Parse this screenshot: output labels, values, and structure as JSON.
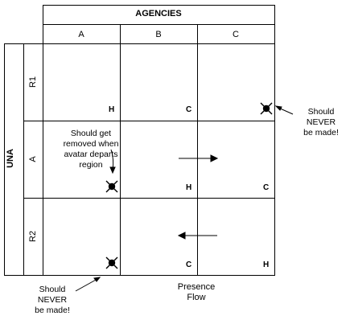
{
  "agencies_header": "AGENCIES",
  "una_header": "UNA",
  "columns": [
    "A",
    "B",
    "C"
  ],
  "rows": [
    "R1",
    "A",
    "R2"
  ],
  "cell_marks": {
    "r1_a": "H",
    "r1_b": "C",
    "a_b": "H",
    "a_c": "C",
    "r2_b": "C",
    "r2_c": "H"
  },
  "notes": {
    "top_right": [
      "Should",
      "NEVER",
      "be made!"
    ],
    "middle": [
      "Should get",
      "removed when",
      "avatar departs",
      "region"
    ],
    "bottom_left": [
      "Should",
      "NEVER",
      "be made!"
    ],
    "presence_flow": [
      "Presence",
      "Flow"
    ]
  },
  "icons": [
    "crossed-connection-icon",
    "crossed-connection-icon",
    "crossed-connection-icon"
  ]
}
